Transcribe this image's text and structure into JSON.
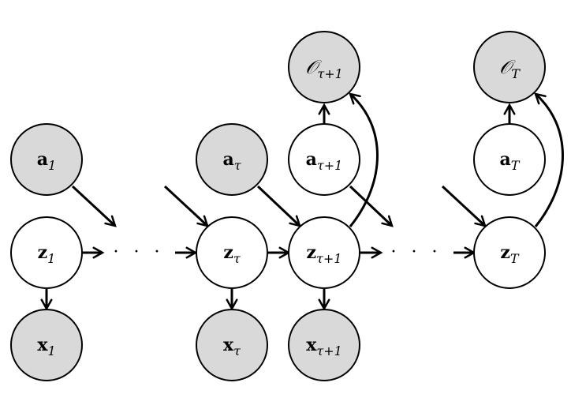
{
  "colors": {
    "observed_fill": "#d9d9d9",
    "latent_fill": "#ffffff",
    "stroke": "#000000"
  },
  "nodes": {
    "a1": {
      "main": "a",
      "sub": "1",
      "observed": true
    },
    "z1": {
      "main": "z",
      "sub": "1",
      "observed": false
    },
    "x1": {
      "main": "x",
      "sub": "1",
      "observed": true
    },
    "atau": {
      "main": "a",
      "sub": "τ",
      "observed": true
    },
    "ztau": {
      "main": "z",
      "sub": "τ",
      "observed": false
    },
    "xtau": {
      "main": "x",
      "sub": "τ",
      "observed": true
    },
    "otau1": {
      "main": "𝒪",
      "sub": "τ+1",
      "observed": true
    },
    "atau1": {
      "main": "a",
      "sub": "τ+1",
      "observed": false
    },
    "ztau1": {
      "main": "z",
      "sub": "τ+1",
      "observed": false
    },
    "xtau1": {
      "main": "x",
      "sub": "τ+1",
      "observed": true
    },
    "oT": {
      "main": "𝒪",
      "sub": "T",
      "observed": true
    },
    "aT": {
      "main": "a",
      "sub": "T",
      "observed": false
    },
    "zT": {
      "main": "z",
      "sub": "T",
      "observed": false
    }
  },
  "ellipsis": {
    "left": "· · ·",
    "right": "· · ·"
  }
}
